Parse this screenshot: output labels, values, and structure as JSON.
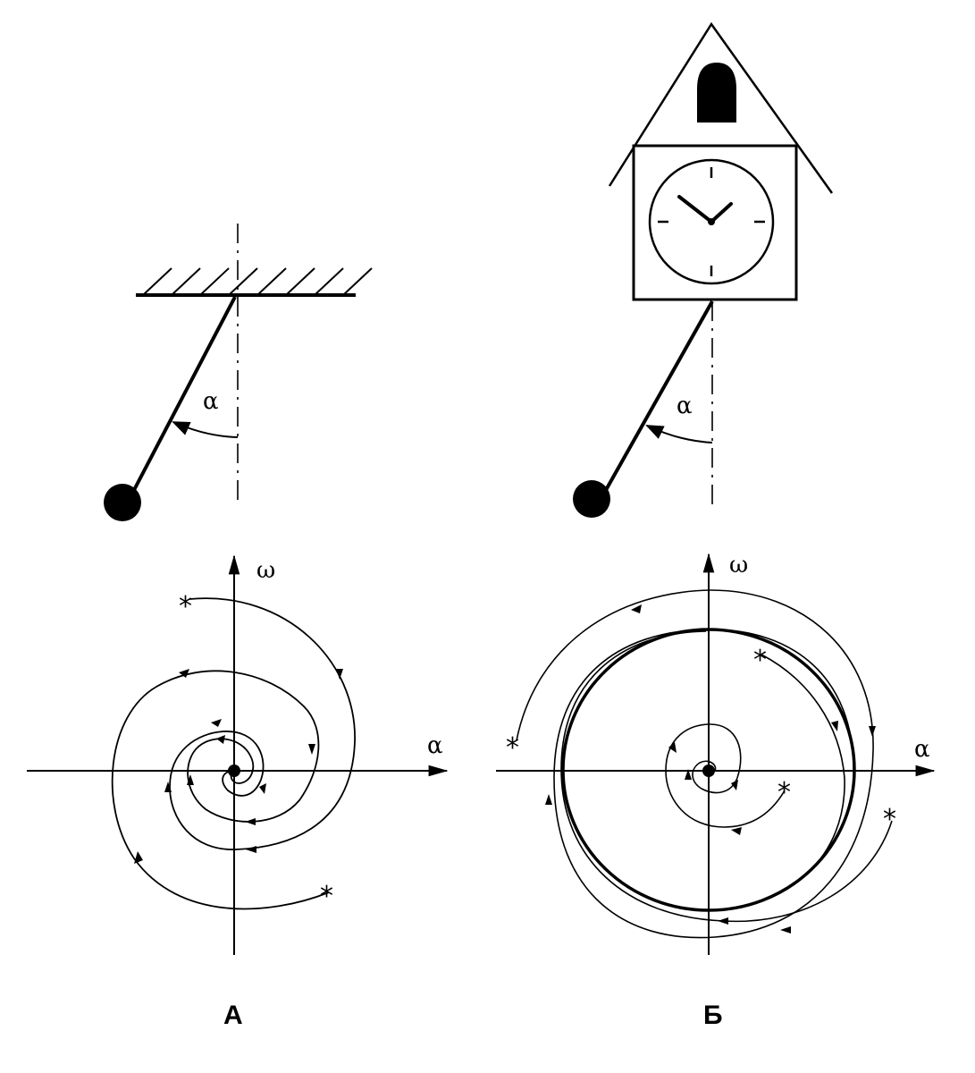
{
  "panels": {
    "A": {
      "caption": "А",
      "angle_label": "α",
      "axis_x_label": "α",
      "axis_y_label": "ω",
      "start_marker": "*"
    },
    "B": {
      "caption": "Б",
      "angle_label": "α",
      "axis_x_label": "α",
      "axis_y_label": "ω",
      "start_marker": "*"
    }
  },
  "colors": {
    "ink": "#000000",
    "paper": "#ffffff"
  }
}
